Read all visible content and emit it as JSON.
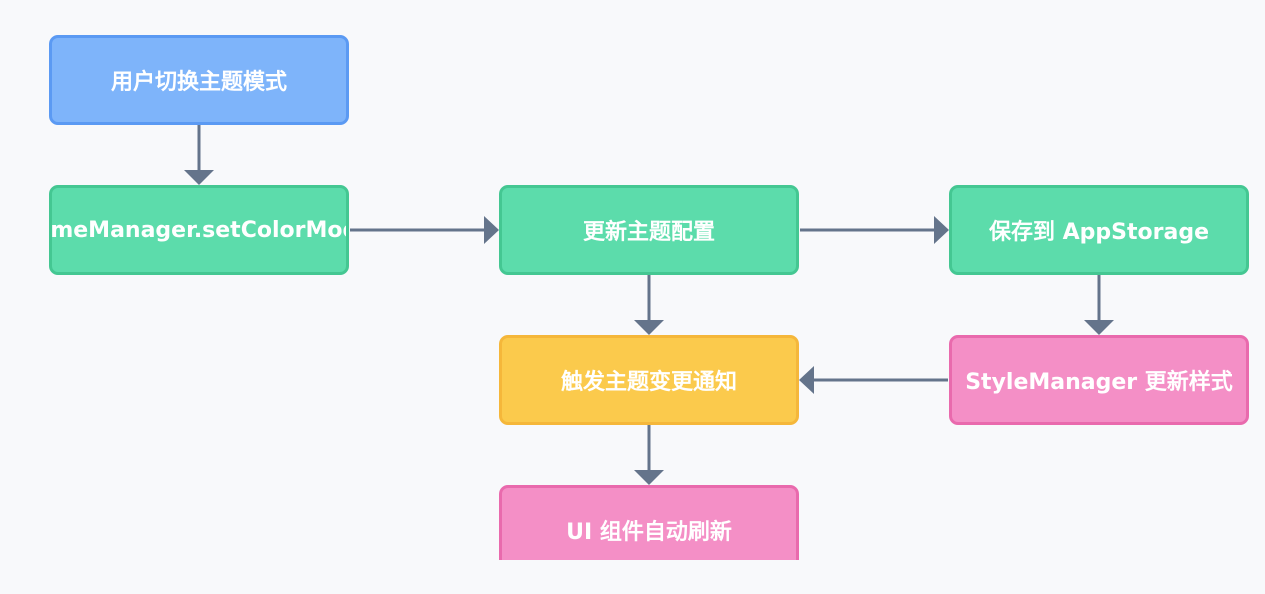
{
  "nodes": {
    "switch_theme": "用户切换主题模式",
    "set_color_mode": "ThemeManager.setColorMode()",
    "update_config": "更新主题配置",
    "save_storage": "保存到 AppStorage",
    "trigger_notify": "触发主题变更通知",
    "style_update": "StyleManager 更新样式",
    "ui_refresh": "UI 组件自动刷新"
  },
  "colors": {
    "start": "#7eb4fa",
    "process": "#5cdcab",
    "event": "#fbca4c",
    "output": "#f48fc6",
    "edge": "#64748b"
  }
}
